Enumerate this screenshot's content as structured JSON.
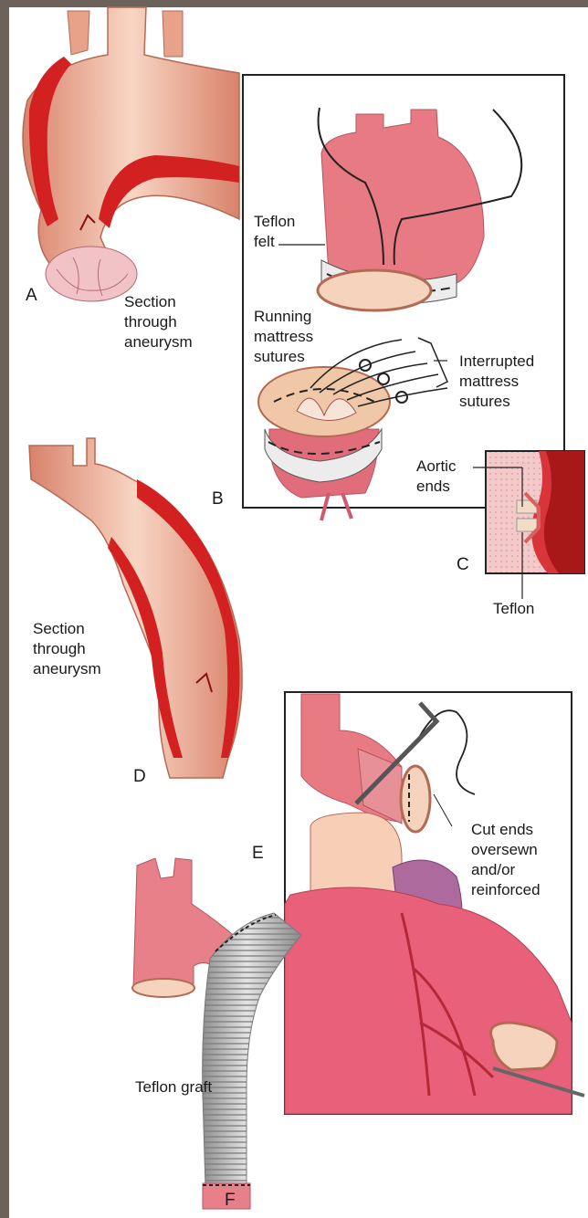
{
  "panels": {
    "a": {
      "letter": "A",
      "caption": "Section\nthrough\naneurysm"
    },
    "b": {
      "letter": "B",
      "teflon_felt": "Teflon\nfelt",
      "running_sutures": "Running\nmattress\nsutures",
      "interrupted_sutures": "Interrupted\nmattress\nsutures"
    },
    "c": {
      "letter": "C",
      "aortic_ends": "Aortic\nends",
      "teflon": "Teflon"
    },
    "d": {
      "letter": "D",
      "caption": "Section\nthrough\naneurysm"
    },
    "e": {
      "letter": "E",
      "caption": "Cut ends\noversewn\nand/or\nreinforced"
    },
    "f": {
      "letter": "F",
      "graft_label": "Teflon graft"
    }
  },
  "colors": {
    "frame": "#6d625a",
    "aorta_outer": "#e39a82",
    "aorta_light": "#f6cdb8",
    "blood": "#d32020",
    "heart": "#e8607a",
    "graft": "#b9b9b9"
  }
}
